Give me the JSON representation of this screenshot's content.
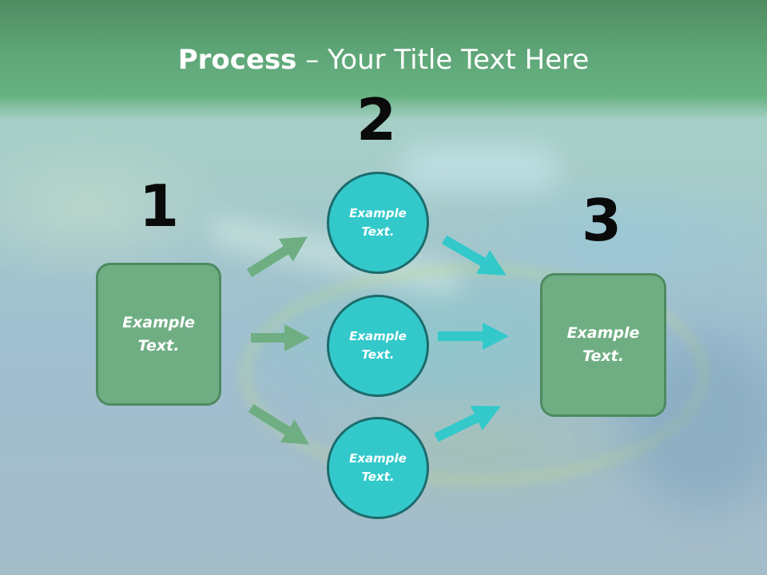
{
  "slide": {
    "title_bold": "Process",
    "title_rest": " – Your Title Text Here",
    "numbers": [
      "1",
      "2",
      "3"
    ],
    "left_box": {
      "line1": "Example",
      "line2": "Text."
    },
    "right_box": {
      "line1": "Example",
      "line2": "Text."
    },
    "circles": [
      {
        "line1": "Example",
        "line2": "Text."
      },
      {
        "line1": "Example",
        "line2": "Text."
      },
      {
        "line1": "Example",
        "line2": "Text."
      }
    ]
  },
  "colors": {
    "header": "#5fa778",
    "box_fill": "#6fae83",
    "circle_fill": "#33c9cb",
    "green_arrow": "#6fae83",
    "teal_arrow": "#33c9cb"
  }
}
